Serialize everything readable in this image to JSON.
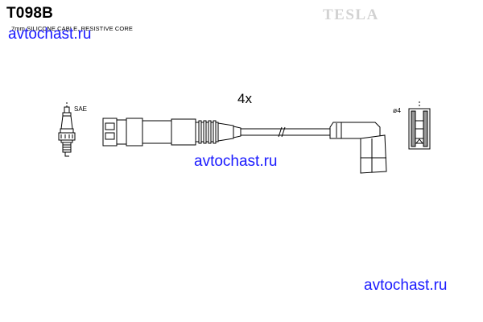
{
  "header": {
    "part_number": "T098B",
    "spec": "7mm SILICONE CABLE, RESISTIVE CORE",
    "brand": "TESLA"
  },
  "diagram": {
    "quantity": "4x",
    "plug_thread_label": "SAE",
    "terminal_diameter_label": "ø4"
  },
  "watermarks": [
    "avtochast.ru",
    "avtochast.ru",
    "avtochast.ru"
  ]
}
